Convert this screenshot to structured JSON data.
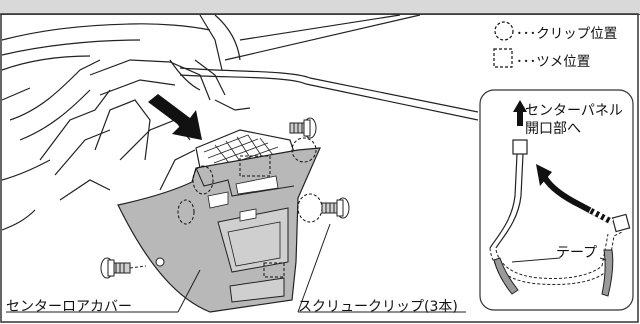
{
  "legend": {
    "clip_position": "･･･クリップ位置",
    "claw_position": "･･･ツメ位置"
  },
  "callout": {
    "line1": "センターパネル",
    "line2": "開口部へ"
  },
  "tape_label": "テープ",
  "parts": {
    "lower_cover": "センターロアカバー",
    "screw_clip": "スクリュークリップ(3本)"
  },
  "colors": {
    "panel_fill": "#b8b8b8",
    "topbar": "#d9d9d9",
    "tape_fill": "#9a9a9a"
  }
}
